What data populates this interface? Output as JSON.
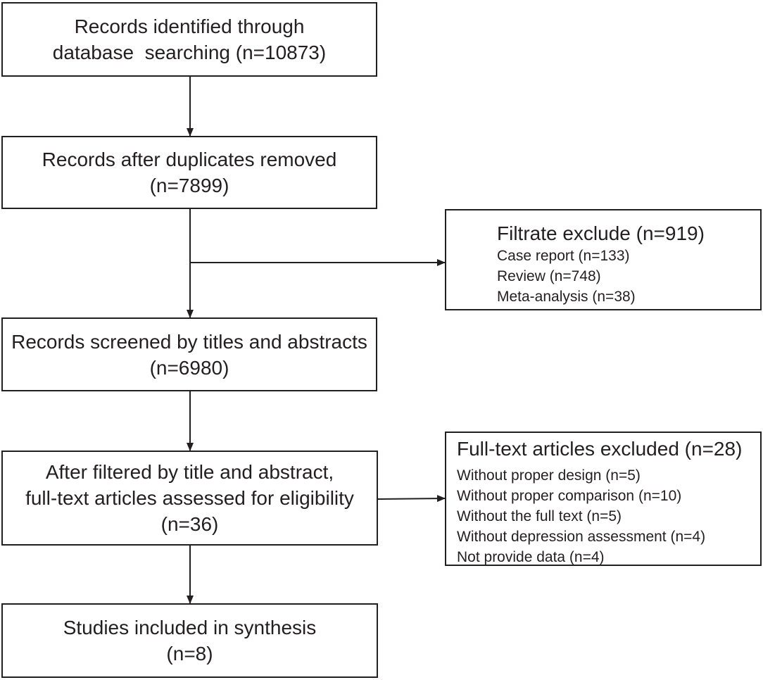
{
  "boxes": {
    "identified": {
      "lines": [
        "Records identified through",
        "database  searching (n=10873)"
      ]
    },
    "duplicates": {
      "lines": [
        "Records after duplicates removed",
        "(n=7899)"
      ]
    },
    "screened": {
      "lines": [
        "Records screened by titles and abstracts",
        "(n=6980)"
      ]
    },
    "eligibility": {
      "lines": [
        "After filtered by title and abstract,",
        "full-text articles assessed for eligibility",
        "(n=36)"
      ]
    },
    "included": {
      "lines": [
        "Studies included in synthesis",
        "(n=8)"
      ]
    }
  },
  "exclusions": {
    "filtrate": {
      "title": "Filtrate exclude (n=919)",
      "items": [
        "Case report (n=133)",
        "Review (n=748)",
        "Meta-analysis (n=38)"
      ]
    },
    "fulltext": {
      "title": "Full-text articles excluded (n=28)",
      "items": [
        "Without proper design (n=5)",
        "Without proper comparison (n=10)",
        "Without the full text (n=5)",
        "Without depression assessment (n=4)",
        "Not provide data (n=4)"
      ]
    }
  }
}
